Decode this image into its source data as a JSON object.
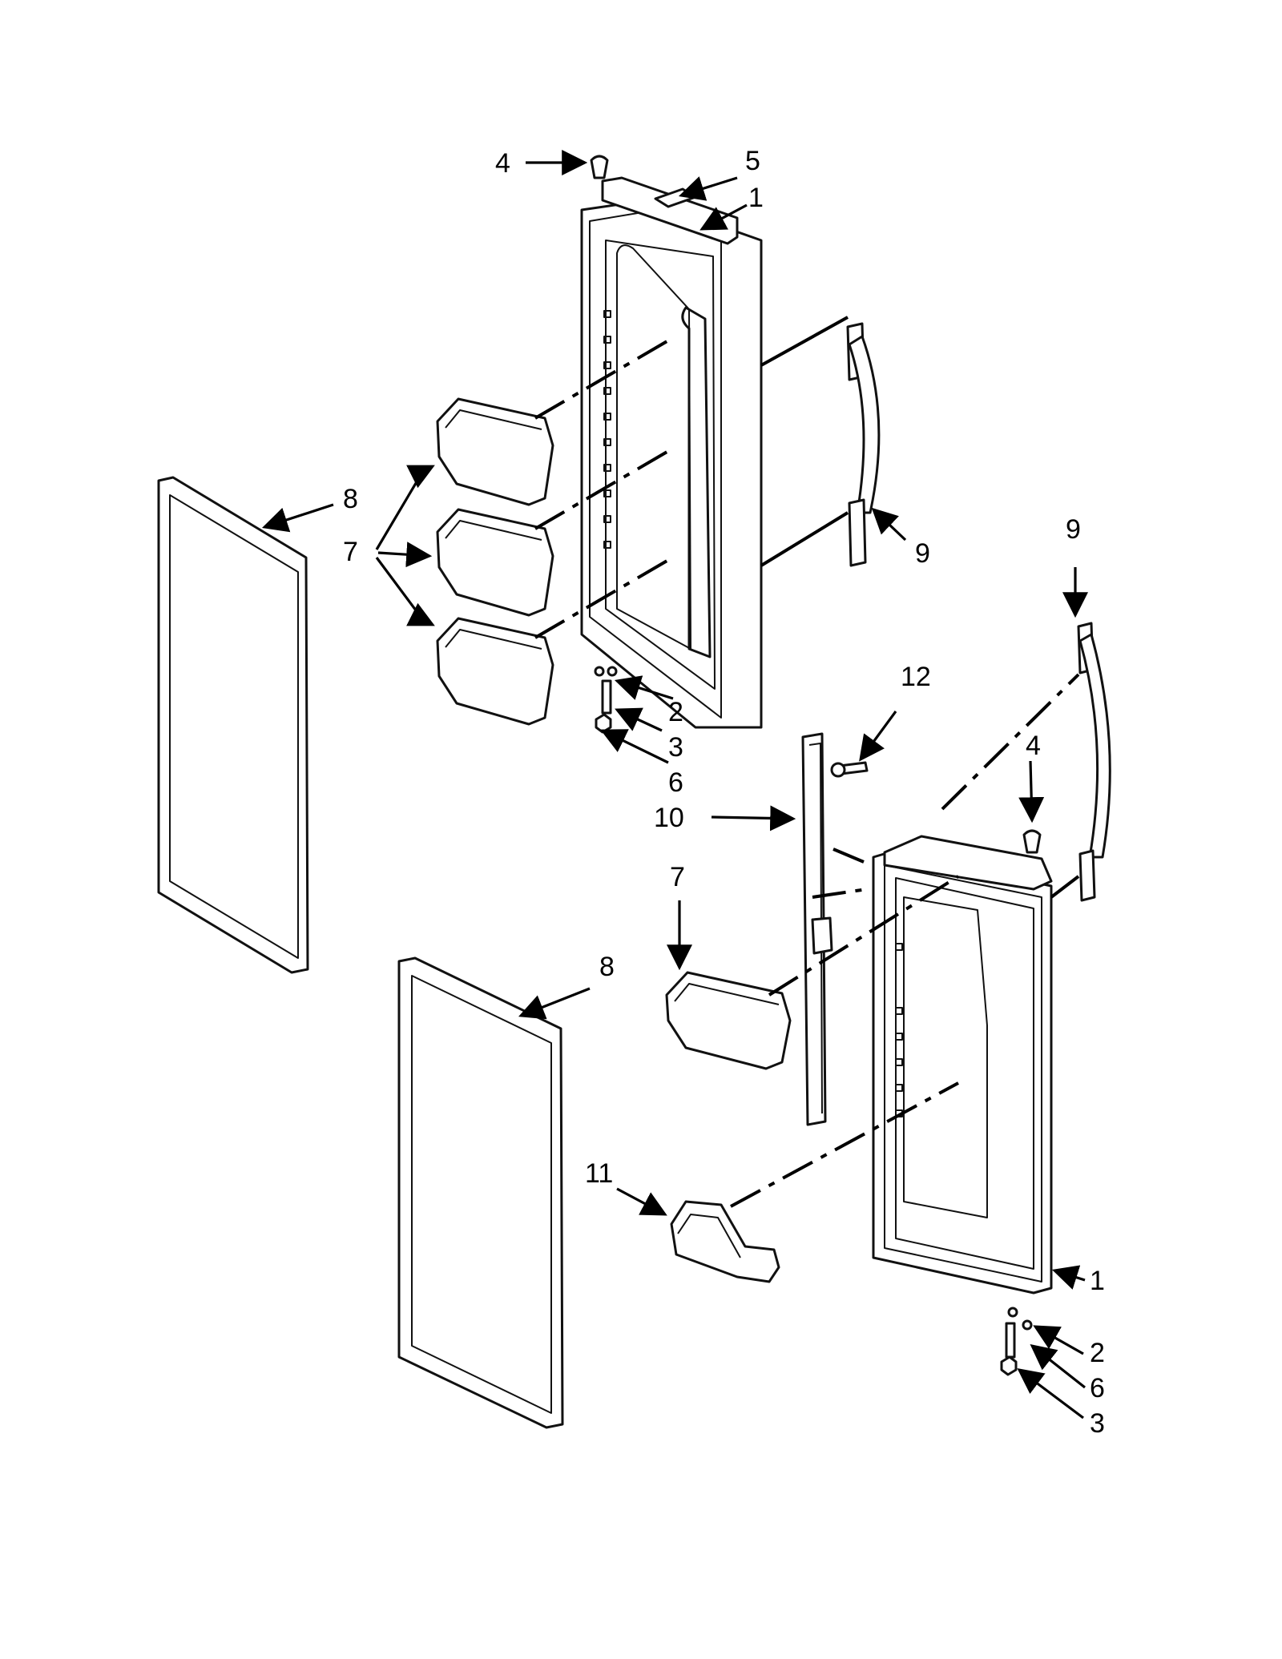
{
  "diagram": {
    "callouts": {
      "top_door_hinge_pin": "4",
      "top_door_hinge_cap": "5",
      "top_door_assembly": "1",
      "left_gasket": "8",
      "left_door_bins": "7",
      "left_handle": "9",
      "left_bottom_washer": "2",
      "left_bottom_screw": "3",
      "left_bottom_bushing": "6",
      "right_handle": "9",
      "mullion_screw": "12",
      "right_hinge_pin": "4",
      "mullion": "10",
      "right_door_bin": "7",
      "right_gasket": "8",
      "dairy_bin": "11",
      "right_door_assembly": "1",
      "right_bottom_washer": "2",
      "right_bottom_bushing": "6",
      "right_bottom_screw": "3"
    },
    "colors": {
      "line": "#000000",
      "background": "#ffffff"
    }
  }
}
